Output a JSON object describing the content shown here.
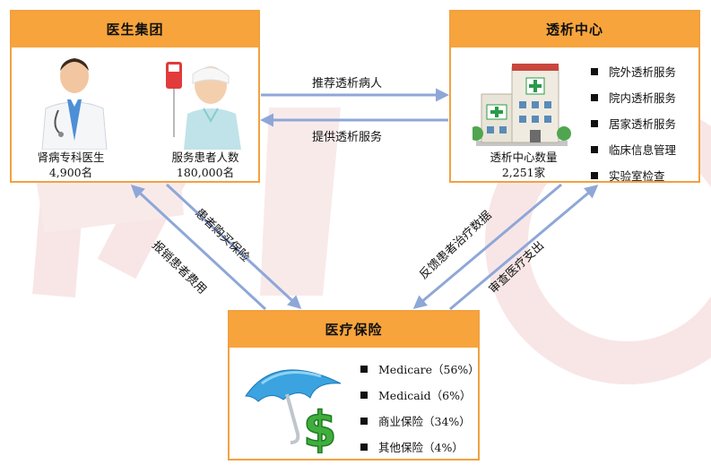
{
  "doctors_box": {
    "title": "医生集团",
    "nephrologist_label": "肾病专科医生",
    "nephrologist_count": "4,900名",
    "patients_label": "服务患者人数",
    "patients_count": "180,000名"
  },
  "dialysis_center_box": {
    "title": "透析中心",
    "count_label": "透析中心数量",
    "count_value": "2,251家",
    "services": [
      "院外透析服务",
      "院内透析服务",
      "居家透析服务",
      "临床信息管理",
      "实验室检查"
    ]
  },
  "insurance_box": {
    "title": "医疗保险",
    "items": [
      "Medicare（56%）",
      "Medicaid（6%）",
      "商业保险（34%）",
      "其他保险（4%）"
    ]
  },
  "flows": {
    "refer_patients": "推荐透析病人",
    "provide_service": "提供透析服务",
    "patient_buys_insurance": "患者购买保险",
    "reimburse_patient_fees": "报销患者费用",
    "feedback_treatment_data": "反馈患者治疗数据",
    "review_medical_expenses": "审查医疗支出"
  },
  "colors": {
    "title_bar": "#f7a43c",
    "box_border": "#f2a141",
    "arrow": "#8ea7d8",
    "watermark": "#f7e4e4"
  }
}
